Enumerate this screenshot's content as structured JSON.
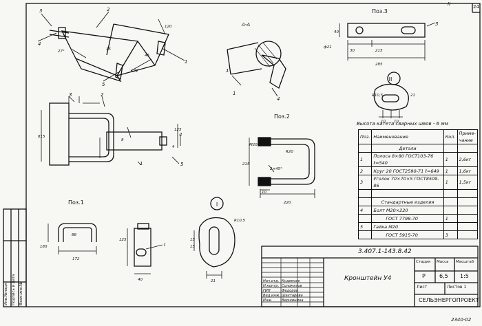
{
  "titles": {
    "section_label": "А-А",
    "pos3": "Поз.3",
    "pos2": "Поз.2",
    "pos1": "Поз.1",
    "node2": "II",
    "node1": "I",
    "weld_note": "Высота катета сварных швов - 6 мм"
  },
  "callouts": [
    "3",
    "2",
    "4",
    "5",
    "1",
    "4",
    "3",
    "2",
    "1",
    "4",
    "5",
    "1",
    "3",
    "I",
    "II",
    "1"
  ],
  "dimensions": {
    "view1": [
      "120",
      "27°",
      "15",
      "172",
      "45"
    ],
    "side": [
      "815",
      "125",
      "8",
      "4"
    ],
    "pos3": [
      "ф21",
      "30",
      "215",
      "285",
      "40"
    ],
    "pos2": [
      "М20",
      "R20",
      "215",
      "2×45°",
      "10",
      "220"
    ],
    "pos1": [
      "180",
      "88",
      "172"
    ],
    "pos1_side": [
      "125",
      "40"
    ],
    "node2": [
      "R10,5",
      "10",
      "10",
      "21"
    ],
    "node1": [
      "R10,5",
      "15",
      "15",
      "21"
    ]
  },
  "spec_table": {
    "headers": [
      "Поз.",
      "Наименование",
      "Кол.",
      "Приме-чание"
    ],
    "rows": [
      {
        "pos": "",
        "name": "Детали",
        "qty": "",
        "note": ""
      },
      {
        "pos": "1",
        "name": "Полоса 8×80 ГОСТ103-76 ℓ=540",
        "qty": "1",
        "note": "2,6кг"
      },
      {
        "pos": "2",
        "name": "Круг 20 ГОСТ2590-71 ℓ=649",
        "qty": "1",
        "note": "1,6кг"
      },
      {
        "pos": "3",
        "name": "Уголок 70×70×5 ГОСТ8509-86",
        "qty": "1",
        "note": "1,5кг"
      },
      {
        "pos": "",
        "name": "",
        "qty": "",
        "note": ""
      },
      {
        "pos": "",
        "name": "Стандартные изделия",
        "qty": "",
        "note": ""
      },
      {
        "pos": "4",
        "name": "Болт М20×220",
        "qty": "",
        "note": ""
      },
      {
        "pos": "",
        "name": "ГОСТ 7798-70",
        "qty": "1",
        "note": ""
      },
      {
        "pos": "5",
        "name": "Гайка М20",
        "qty": "",
        "note": ""
      },
      {
        "pos": "",
        "name": "ГОСТ 5915-70",
        "qty": "3",
        "note": ""
      }
    ]
  },
  "title_block": {
    "doc_code": "3.407.1-143.8.42",
    "title": "Кронштейн У4",
    "org": "СЕЛЬЭНЕРГОПРОЕКТ",
    "stage_h": "Стадия",
    "mass_h": "Масса",
    "scale_h": "Масштаб",
    "stage": "Р",
    "mass": "6,5",
    "scale": "1:5",
    "sheet": "Лист",
    "sheets": "Листов 1",
    "people": [
      {
        "role": "Нач.отд.",
        "name": "Кудимзин"
      },
      {
        "role": "Н.контр.",
        "name": "Соломатов"
      },
      {
        "role": "ГИП",
        "name": "Федоров"
      },
      {
        "role": "Вед.инж.",
        "name": "Шахтарова"
      },
      {
        "role": "Инж.",
        "name": "Вершинина"
      }
    ]
  },
  "left_stamp": [
    "Инв.№подл.",
    "Подпись и дата",
    "Взам.инв.№"
  ],
  "corner_number": "24",
  "footer_code": "2340-02"
}
